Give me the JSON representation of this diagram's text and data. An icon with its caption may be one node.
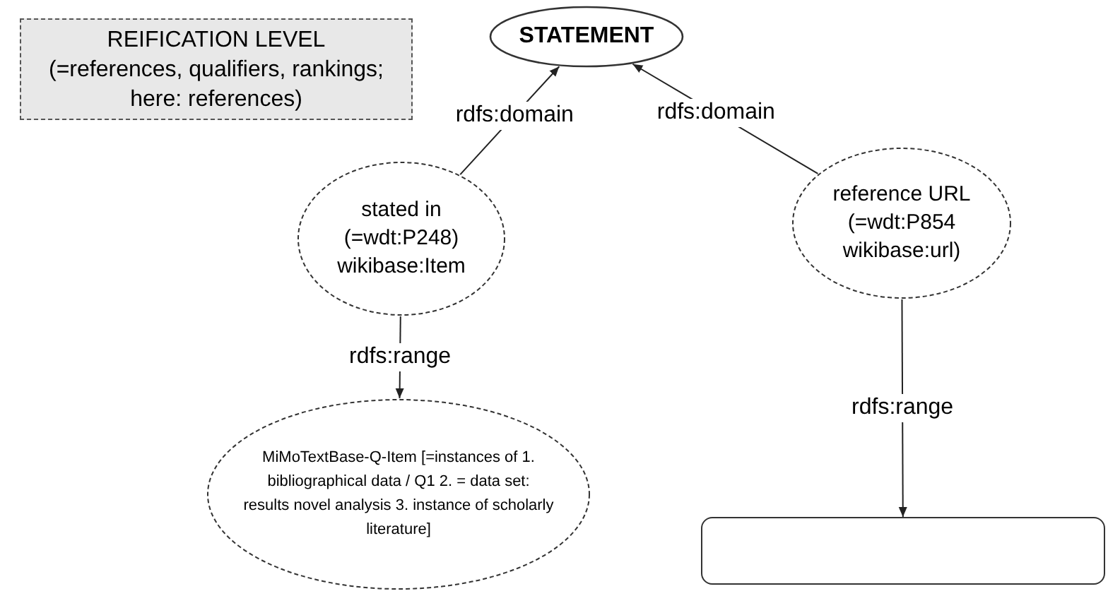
{
  "diagram": {
    "nodes": [
      {
        "text": [
          "REIFICATION LEVEL",
          "(=references, qualifiers, rankings; here: references)"
        ]
      },
      {
        "text": [
          "STATEMENT"
        ]
      },
      {
        "text": [
          "stated in (=wdt:P248) wikibase:Item"
        ]
      },
      {
        "text": [
          "reference URL (=wdt:P854 wikibase:url)"
        ]
      },
      {
        "text": [
          "MiMoTextBase-Q-Item [=instances of 1. bibliographical data / Q1 2. = data set: results novel analysis 3. instance of scholarly literature]"
        ]
      },
      {
        "text": [],
        "shape": "box"
      }
    ],
    "edges": [
      {
        "from": 2,
        "to": 1,
        "arrow": "to",
        "label": "rdfs:domain"
      },
      {
        "from": 3,
        "to": 1,
        "arrow": "to",
        "label": "rdfs:domain"
      },
      {
        "from": 2,
        "to": 4,
        "arrow": "to",
        "label": "rdfs:range"
      },
      {
        "from": 3,
        "to": 5,
        "arrow": "to",
        "label": "rdfs:range"
      }
    ]
  }
}
